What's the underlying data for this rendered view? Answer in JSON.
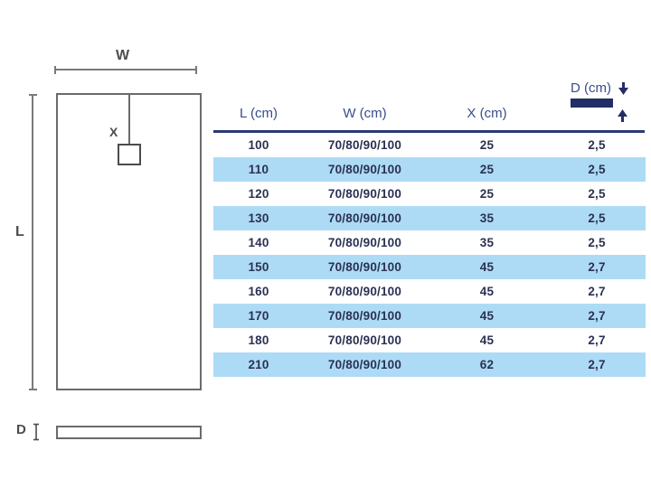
{
  "diagram": {
    "width_label": "W",
    "length_label": "L",
    "drain_label": "X",
    "depth_label": "D"
  },
  "table": {
    "headers": [
      {
        "key": "l",
        "label": "L (cm)"
      },
      {
        "key": "w",
        "label": "W (cm)"
      },
      {
        "key": "x",
        "label": "X (cm)"
      },
      {
        "key": "d",
        "label": "D (cm)"
      }
    ],
    "rows": [
      {
        "l": "100",
        "w": "70/80/90/100",
        "x": "25",
        "d": "2,5"
      },
      {
        "l": "110",
        "w": "70/80/90/100",
        "x": "25",
        "d": "2,5"
      },
      {
        "l": "120",
        "w": "70/80/90/100",
        "x": "25",
        "d": "2,5"
      },
      {
        "l": "130",
        "w": "70/80/90/100",
        "x": "35",
        "d": "2,5"
      },
      {
        "l": "140",
        "w": "70/80/90/100",
        "x": "35",
        "d": "2,5"
      },
      {
        "l": "150",
        "w": "70/80/90/100",
        "x": "45",
        "d": "2,7"
      },
      {
        "l": "160",
        "w": "70/80/90/100",
        "x": "45",
        "d": "2,7"
      },
      {
        "l": "170",
        "w": "70/80/90/100",
        "x": "45",
        "d": "2,7"
      },
      {
        "l": "180",
        "w": "70/80/90/100",
        "x": "45",
        "d": "2,7"
      },
      {
        "l": "210",
        "w": "70/80/90/100",
        "x": "62",
        "d": "2,7"
      }
    ]
  },
  "icons": {
    "depth_arrow_down": "arrow-down-icon",
    "depth_arrow_up": "arrow-up-icon",
    "depth_bar": "thickness-bar-icon"
  },
  "colors": {
    "row_highlight": "#addbf6",
    "header_text": "#3a4c8b",
    "data_text": "#2b3152",
    "accent_navy": "#232e66",
    "header_rule": "#2b3a75",
    "diagram_line": "#6b6b6b",
    "diagram_label": "#4c4c4c",
    "background": "#ffffff"
  }
}
